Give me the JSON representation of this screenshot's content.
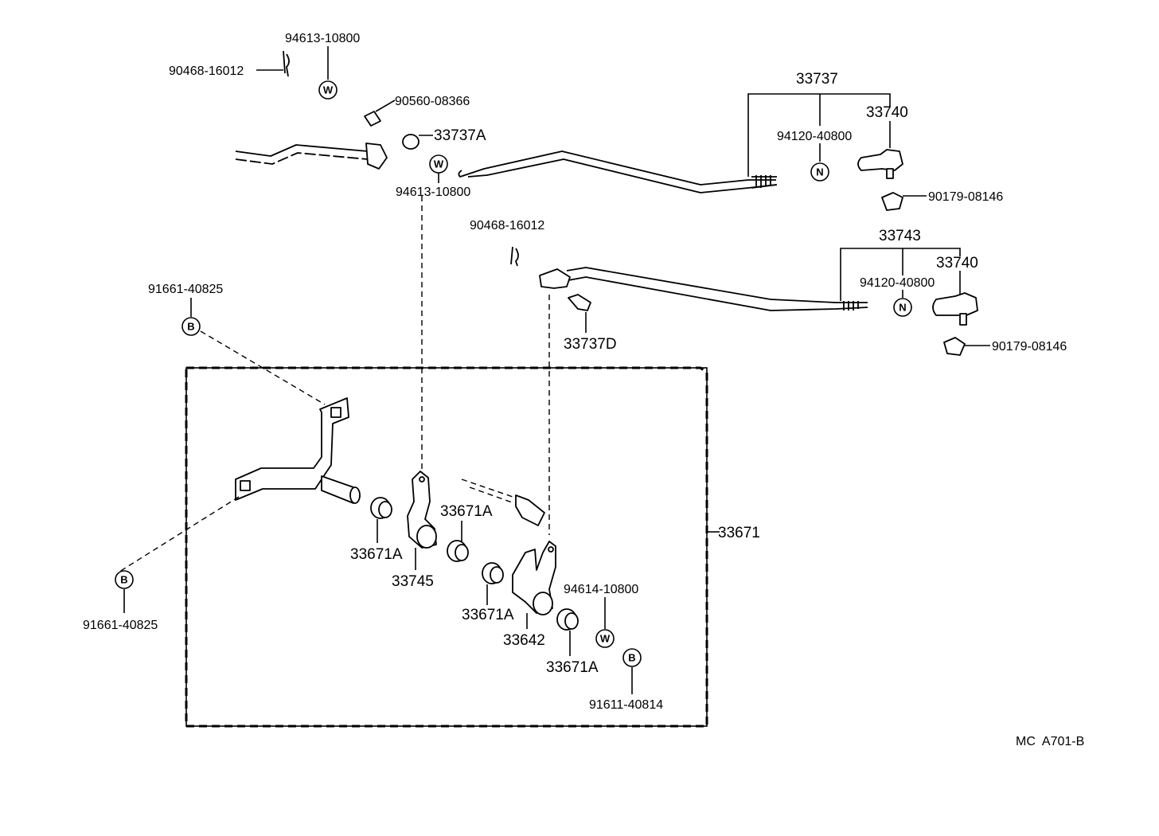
{
  "labels": {
    "p94613_10800_top": "94613-10800",
    "p90468_16012_top": "90468-16012",
    "p90560_08366": "90560-08366",
    "p33737A": "33737A",
    "p94613_10800_mid": "94613-10800",
    "p33737": "33737",
    "p33740_top": "33740",
    "p94120_40800_top": "94120-40800",
    "p90179_08146_top": "90179-08146",
    "p90468_16012_mid": "90468-16012",
    "p33743": "33743",
    "p33740_mid": "33740",
    "p94120_40800_mid": "94120-40800",
    "p90179_08146_mid": "90179-08146",
    "p33737D": "33737D",
    "p91661_40825_top": "91661-40825",
    "p91661_40825_bot": "91661-40825",
    "p33671": "33671",
    "p33671A_1": "33671A",
    "p33745": "33745",
    "p33671A_2": "33671A",
    "p33671A_3": "33671A",
    "p33642": "33642",
    "p94614_10800": "94614-10800",
    "p33671A_4": "33671A",
    "p91611_40814": "91611-40814",
    "code": "MC  A701-B"
  },
  "symbols": {
    "washer": "W",
    "nut": "N",
    "bolt": "B"
  }
}
